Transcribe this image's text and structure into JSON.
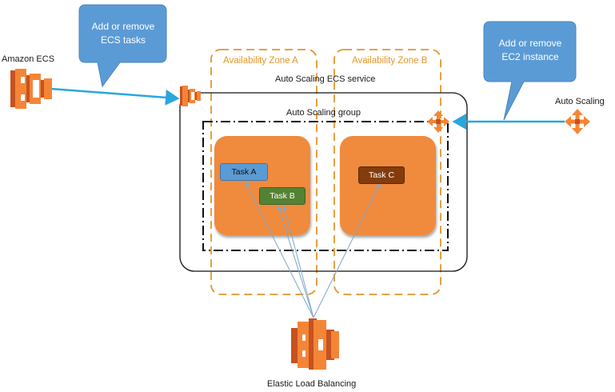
{
  "callouts": {
    "ecs_tasks": {
      "line1": "Add or remove",
      "line2": "ECS tasks"
    },
    "ec2_instance": {
      "line1": "Add or remove",
      "line2": "EC2 instance"
    }
  },
  "labels": {
    "amazon_ecs": "Amazon ECS",
    "auto_scaling": "Auto Scaling",
    "az_a": "Availability Zone A",
    "az_b": "Availability Zone B",
    "ecs_service": "Auto Scaling ECS service",
    "asg": "Auto Scaling group",
    "elb": "Elastic Load Balancing"
  },
  "tasks": {
    "a": "Task A",
    "b": "Task B",
    "c": "Task C"
  },
  "colors": {
    "callout": "#5b9bd5",
    "aws_orange": "#f58536",
    "instance_orange": "#f08a3c",
    "az_border": "#e1962c",
    "arrow_blue": "#2aa7db",
    "task_a": "#5b9bd5",
    "task_b": "#548235",
    "task_c": "#843c0c"
  }
}
